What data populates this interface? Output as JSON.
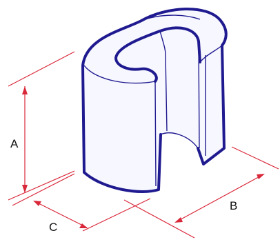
{
  "dimensions": {
    "a": "A",
    "b": "B",
    "c": "C"
  },
  "colors": {
    "outline": "#1f1a8f",
    "dimension": "#d9283a",
    "background": "#ffffff"
  }
}
